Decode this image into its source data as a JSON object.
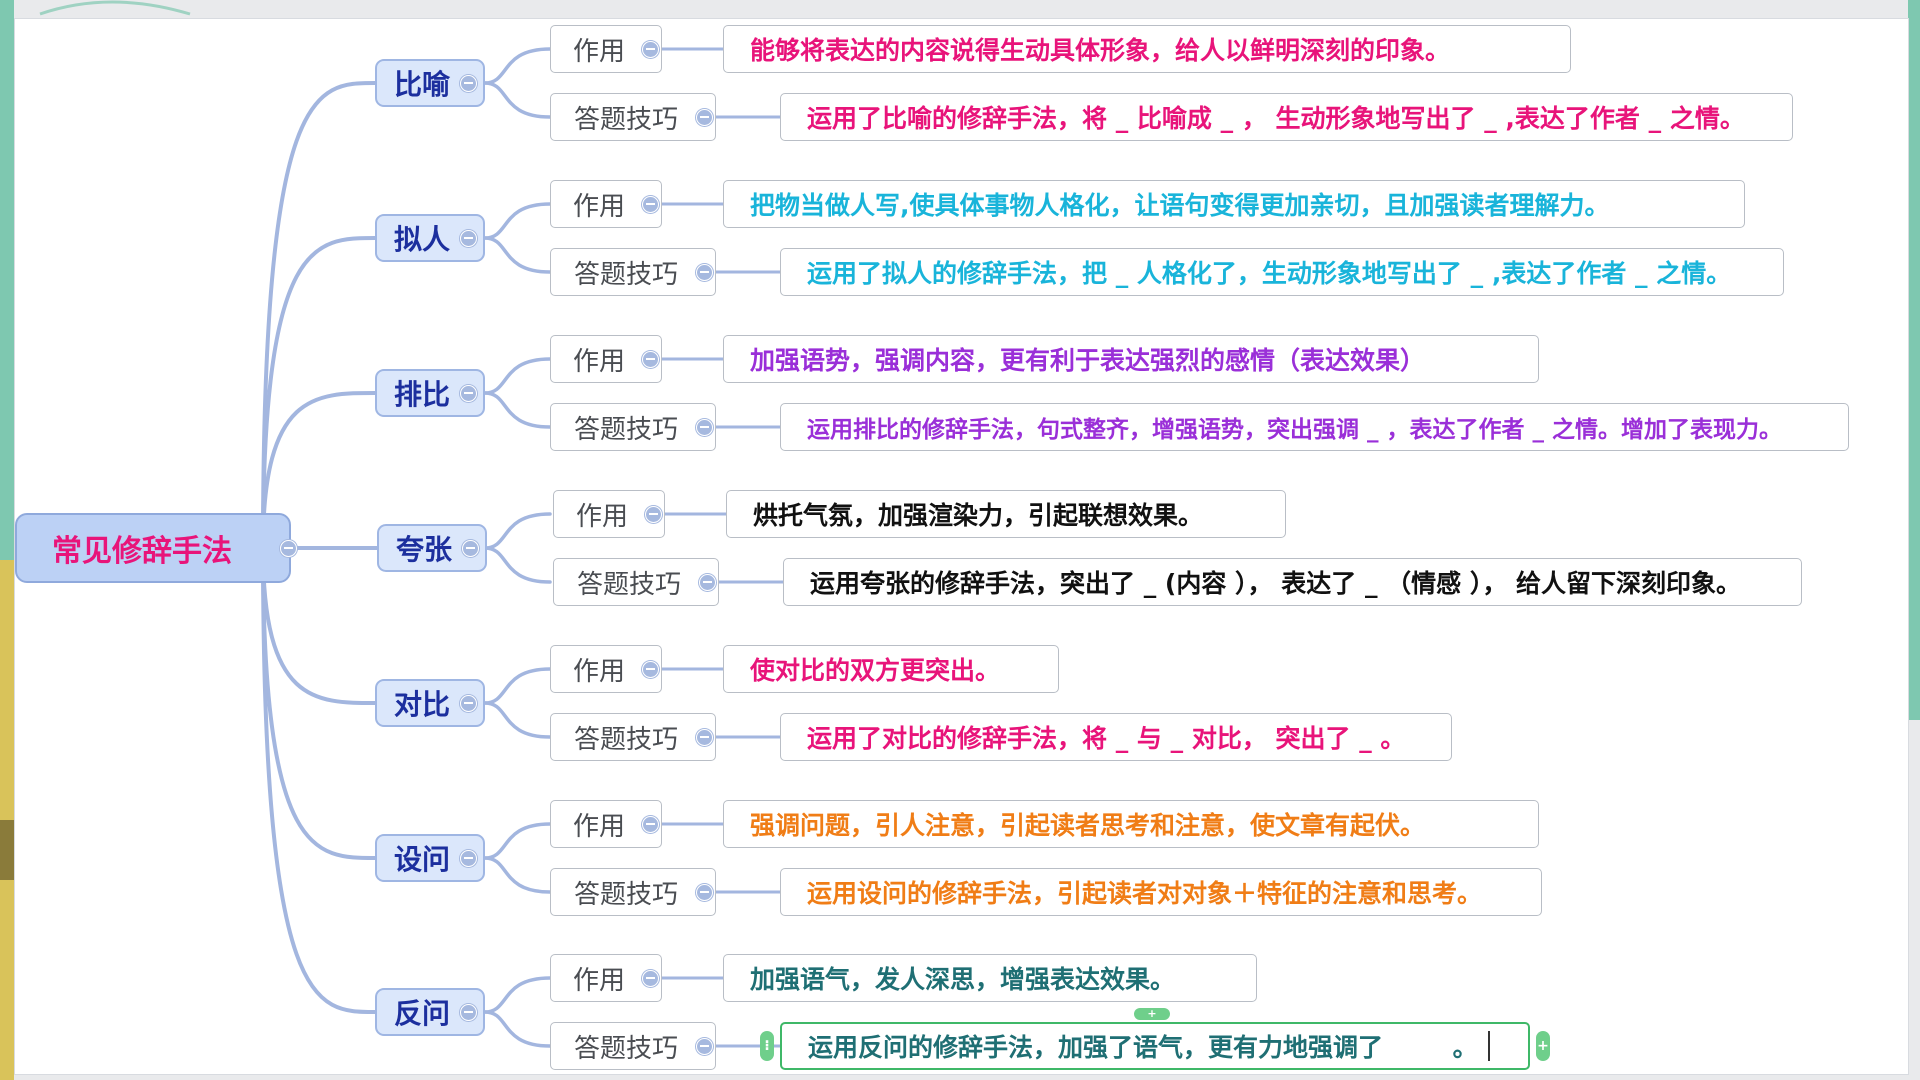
{
  "root": {
    "label": "常见修辞手法"
  },
  "labels": {
    "effect": "作用",
    "technique": "答题技巧"
  },
  "topics": [
    {
      "name": "比喻",
      "color": "#e8147a",
      "effect": "能够将表达的内容说得生动具体形象，给人以鲜明深刻的印象。",
      "technique": "运用了比喻的修辞手法，将 _ 比喻成 _ ， 生动形象地写出了 _ ,表达了作者 _ 之情。"
    },
    {
      "name": "拟人",
      "color": "#19b4da",
      "effect": "把物当做人写,使具体事物人格化，让语句变得更加亲切，且加强读者理解力。",
      "technique": "运用了拟人的修辞手法，把 _ 人格化了，生动形象地写出了 _ ,表达了作者 _ 之情。"
    },
    {
      "name": "排比",
      "color": "#9a2fd8",
      "effect": "加强语势，强调内容，更有利于表达强烈的感情（表达效果）",
      "technique": "运用排比的修辞手法，句式整齐，增强语势，突出强调 _ ，表达了作者 _ 之情。增加了表现力。"
    },
    {
      "name": "夸张",
      "color": "#111111",
      "effect": "烘托气氛，加强渲染力，引起联想效果。",
      "technique": "运用夸张的修辞手法，突出了 _ (内容 ）， 表达了 _ （情感 ）， 给人留下深刻印象。"
    },
    {
      "name": "对比",
      "color": "#e8147a",
      "effect": "使对比的双方更突出。",
      "technique": "运用了对比的修辞手法，将 _ 与 _ 对比， 突出了 _ 。"
    },
    {
      "name": "设问",
      "color": "#f07d16",
      "effect": "强调问题，引人注意，引起读者思考和注意，使文章有起伏。",
      "technique": "运用设问的修辞手法，引起读者对对象＋特征的注意和思考。"
    },
    {
      "name": "反问",
      "color": "#1f6f74",
      "effect": "加强语气，发人深思，增强表达效果。",
      "technique": "运用反问的修辞手法，加强了语气，更有力地强调了        。"
    }
  ]
}
